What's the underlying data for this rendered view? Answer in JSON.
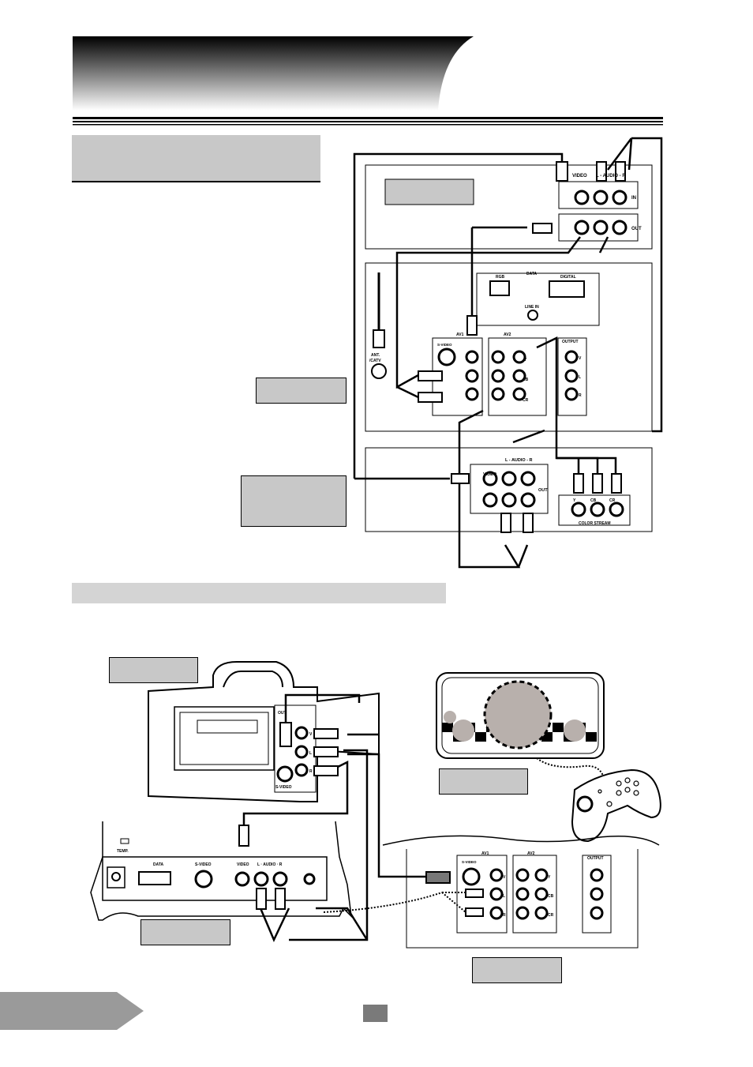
{
  "vcr": {
    "video_label": "VIDEO",
    "audio_label": "L - AUDIO - R",
    "in_label": "IN",
    "out_label": "OUT"
  },
  "tv_panel": {
    "rgb_label": "RGB",
    "data_label": "DATA",
    "digital_label": "DIGITAL",
    "line_in_label": "LINE IN",
    "ant_label": "ANT.",
    "catv_label": "/CATV",
    "av1_label": "AV1",
    "av2_label": "AV2",
    "output_label": "OUTPUT",
    "svideo_label": "S-VIDEO",
    "jack_v": "V",
    "jack_l": "L",
    "jack_r": "R",
    "jack_y": "Y",
    "jack_cb": "CB",
    "jack_cr": "CR"
  },
  "dvd": {
    "video_label": "VIDEO",
    "audio_label": "L - AUDIO - R",
    "out_label": "OUT",
    "y_label": "Y",
    "cb_label": "CB",
    "cr_label": "CR",
    "color_stream_label": "COLOR STREAM"
  },
  "camcorder": {
    "out_label": "OUT",
    "svideo_label": "S-VIDEO",
    "v_label": "V",
    "l_label": "L",
    "r_label": "R"
  },
  "front_panel": {
    "temp_label": "TEMP.",
    "data_label": "DATA",
    "svideo_label": "S-VIDEO",
    "video_label": "VIDEO",
    "audio_label": "L  ·  AUDIO  ·  R"
  },
  "bottom_panel": {
    "av1_label": "AV1",
    "av2_label": "AV2",
    "output_label": "OUTPUT",
    "svideo_label": "S-VIDEO",
    "v": "V",
    "l": "L",
    "r": "R",
    "y": "Y",
    "cb": "CB",
    "cr": "CR"
  },
  "colors": {
    "label_box": "#c8c8c8",
    "section_bar": "#d4d4d4",
    "page_tab": "#9a9a9a",
    "page_number_box": "#7a7a7a"
  }
}
